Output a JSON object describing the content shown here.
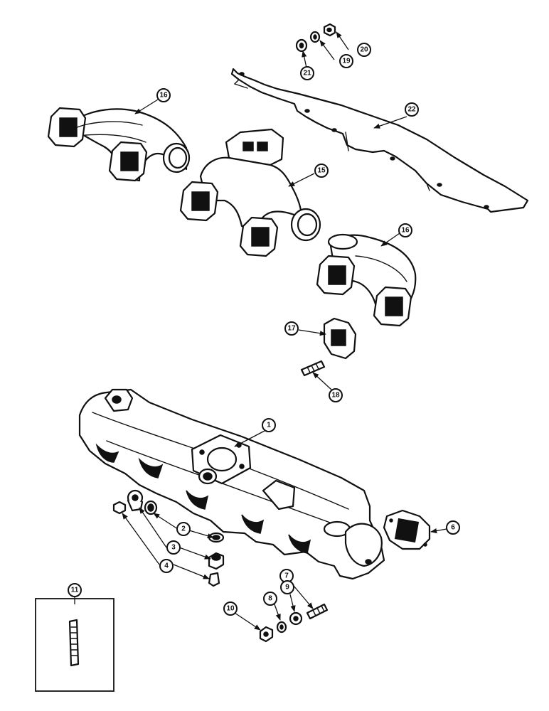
{
  "balloons": {
    "b1": "1",
    "b2": "2",
    "b3": "3",
    "b4": "4",
    "b6": "6",
    "b7": "7",
    "b8": "8",
    "b9": "9",
    "b10": "10",
    "b11": "11",
    "b15": "15",
    "b16a": "16",
    "b16b": "16",
    "b17": "17",
    "b18": "18",
    "b19": "19",
    "b20": "20",
    "b21": "21",
    "b22": "22"
  },
  "colors": {
    "ink": "#111111",
    "paper": "#ffffff"
  }
}
